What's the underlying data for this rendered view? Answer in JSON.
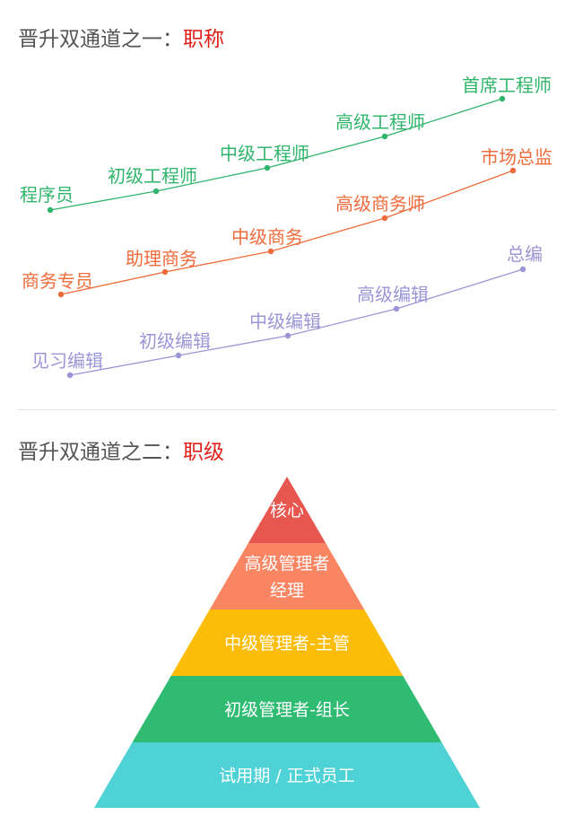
{
  "section1": {
    "prefix": "晋升双通道之一：",
    "accent": "职称"
  },
  "section2": {
    "prefix": "晋升双通道之二：",
    "accent": "职级"
  },
  "tracks": [
    {
      "name": "title-track",
      "color": "#2fb56b",
      "labels": [
        "程序员",
        "初级工程师",
        "中级工程师",
        "高级工程师",
        "首席工程师"
      ]
    },
    {
      "name": "business-track",
      "color": "#ef6b3b",
      "labels": [
        "商务专员",
        "助理商务",
        "中级商务",
        "高级商务师",
        "市场总监"
      ]
    },
    {
      "name": "editor-track",
      "color": "#9b95d6",
      "labels": [
        "见习编辑",
        "初级编辑",
        "中级编辑",
        "高级编辑",
        "总编"
      ]
    }
  ],
  "pyramid": [
    {
      "lines": [
        "核心"
      ],
      "color": "#e8574f"
    },
    {
      "lines": [
        "高级管理者",
        "经理"
      ],
      "color": "#f98563"
    },
    {
      "lines": [
        "中级管理者-主管"
      ],
      "color": "#fbbd08"
    },
    {
      "lines": [
        "初级管理者-组长"
      ],
      "color": "#2fbc72"
    },
    {
      "lines": [
        "试用期 / 正式员工"
      ],
      "color": "#4ed2d6"
    }
  ]
}
